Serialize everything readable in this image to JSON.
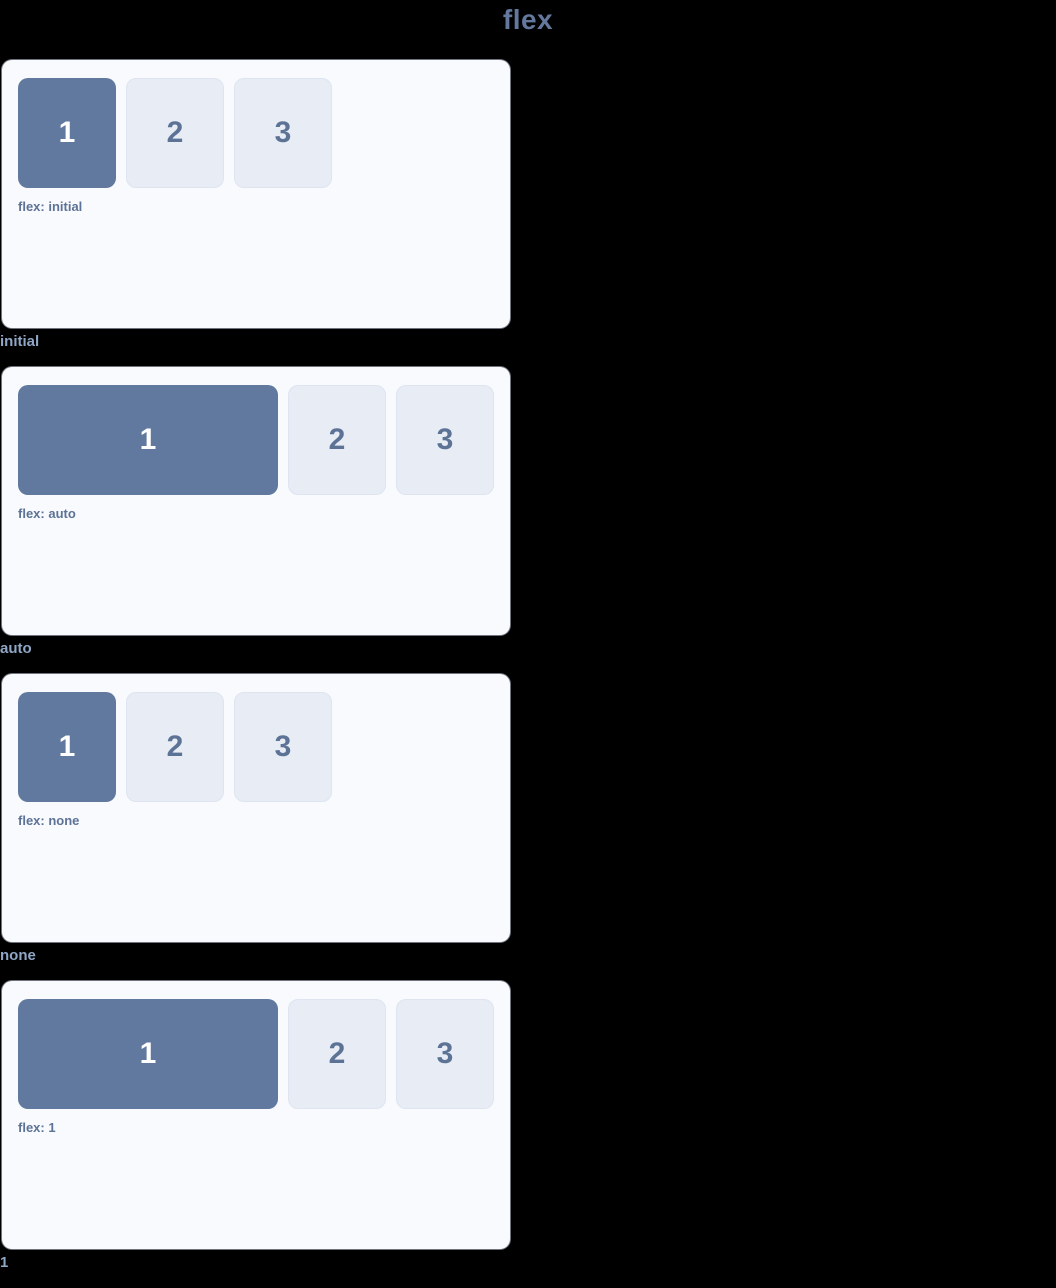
{
  "title": "flex",
  "boxes": {
    "one": "1",
    "two": "2",
    "three": "3"
  },
  "panels": [
    {
      "value": "initial",
      "label": "flex: initial",
      "caption": "initial",
      "variant": "v-initial",
      "items": [
        {
          "text": "1",
          "style": "primary",
          "flex": "initial"
        },
        {
          "text": "2",
          "style": "muted",
          "flex": "none"
        },
        {
          "text": "3",
          "style": "muted",
          "flex": "none"
        }
      ]
    },
    {
      "value": "auto",
      "label": "flex: auto",
      "caption": "auto",
      "variant": "v-auto",
      "items": [
        {
          "text": "1",
          "style": "primary",
          "flex": "auto"
        },
        {
          "text": "2",
          "style": "muted",
          "flex": "none"
        },
        {
          "text": "3",
          "style": "muted",
          "flex": "none"
        }
      ]
    },
    {
      "value": "none",
      "label": "flex: none",
      "caption": "none",
      "variant": "v-none",
      "items": [
        {
          "text": "1",
          "style": "primary",
          "flex": "none"
        },
        {
          "text": "2",
          "style": "muted",
          "flex": "none"
        },
        {
          "text": "3",
          "style": "muted",
          "flex": "none"
        }
      ]
    },
    {
      "value": "1",
      "label": "flex: 1",
      "caption": "1",
      "variant": "v-one",
      "items": [
        {
          "text": "1",
          "style": "primary",
          "flex": "1"
        },
        {
          "text": "2",
          "style": "muted",
          "flex": "none"
        },
        {
          "text": "3",
          "style": "muted",
          "flex": "none"
        }
      ]
    }
  ],
  "colors": {
    "page_background": "#000000",
    "panel_background": "#f9fafd",
    "primary_box": "#62799f",
    "muted_box": "#e7ecf5",
    "muted_box_border": "#dee5f0",
    "primary_text": "#ffffff",
    "muted_text": "#5d7396",
    "title_text": "#63789c",
    "panel_label_text": "#5c7397",
    "caption_text": "#8fa6c6"
  }
}
